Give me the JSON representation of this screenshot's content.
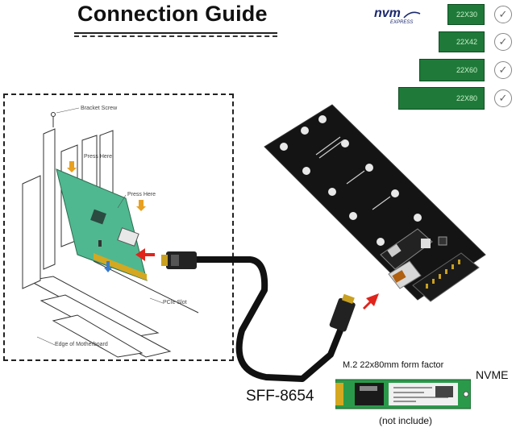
{
  "title": "Connection Guide",
  "nvm_logo": {
    "brand": "nvm",
    "sub": "EXPRESS"
  },
  "sizes": [
    {
      "label": "22X30"
    },
    {
      "label": "22X42"
    },
    {
      "label": "22X60"
    },
    {
      "label": "22X80"
    }
  ],
  "diagram_labels": {
    "bracket_screw": "Bracket Screw",
    "press_here_1": "Press Here",
    "press_here_2": "Press Here",
    "pcie_slot": "PCIe Slot",
    "edge_of_motherboard": "Edge of Motherboard"
  },
  "cable_label": "SFF-8654",
  "ssd": {
    "form_factor": "M.2 22x80mm form factor",
    "type": "NVME",
    "note": "(not include)"
  },
  "colors": {
    "card_green": "#1f7a3a",
    "pcb_green": "#4fb890",
    "arrow_red": "#e0241c",
    "adapter_black": "#141414"
  }
}
